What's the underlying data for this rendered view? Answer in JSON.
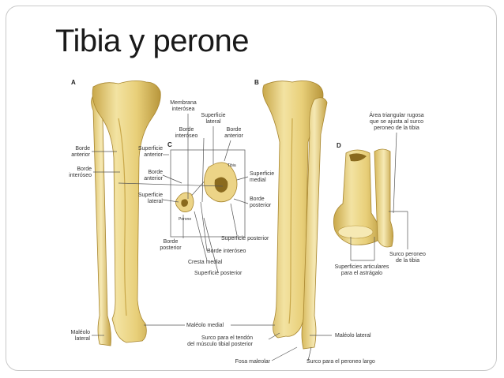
{
  "title": "Tibia y perone",
  "panels": {
    "a": "A",
    "b": "B",
    "c": "C",
    "d": "D"
  },
  "labels": {
    "membrana_interosea": [
      "Membrana",
      "interósea"
    ],
    "superficie_lateral_top": [
      "Superficie",
      "lateral"
    ],
    "borde_interoseo_top": [
      "Borde",
      "interóseo"
    ],
    "borde_anterior_top": [
      "Borde",
      "anterior"
    ],
    "borde_anterior_left": [
      "Borde",
      "anterior"
    ],
    "borde_interoseo_left": [
      "Borde",
      "interóseo"
    ],
    "superficie_anterior_c": [
      "Superficie",
      "anterior"
    ],
    "borde_anterior_c": [
      "Borde",
      "anterior"
    ],
    "superficie_lateral_c": [
      "Superficie",
      "lateral"
    ],
    "tibia_tag": "Tibia",
    "perone_tag": "Perone",
    "superficie_medial": [
      "Superficie",
      "medial"
    ],
    "borde_posterior_right": [
      "Borde",
      "posterior"
    ],
    "superficie_posterior_1": "Superficie posterior",
    "borde_posterior_left": [
      "Borde",
      "posterior"
    ],
    "borde_interoseo_bottom": "Borde interóseo",
    "cresta_medial": "Cresta medial",
    "superficie_posterior_2": "Superficie posterior",
    "area_triangular": [
      "Área triangular rugosa",
      "que se ajusta al surco",
      "peroneo de la tibia"
    ],
    "surco_peroneo": [
      "Surco peroneo",
      "de la tibia"
    ],
    "superficies_articulares": [
      "Superficies articulares",
      "para el astrágalo"
    ],
    "maleolo_lateral_left": [
      "Maléolo",
      "lateral"
    ],
    "maleolo_medial": "Maléolo medial",
    "maleolo_lateral_right": "Maléolo lateral",
    "surco_tendon": [
      "Surco para el tendón",
      "del músculo tibial posterior"
    ],
    "fosa_maleolar": "Fosa maleolar",
    "surco_peroneo_largo": "Surco para el peroneo largo"
  },
  "colors": {
    "bone": "#e7cf7d",
    "bone_light": "#f6e9b4",
    "bone_dark": "#b8973c",
    "marrow": "#8a6a1e",
    "background": "#ffffff"
  }
}
